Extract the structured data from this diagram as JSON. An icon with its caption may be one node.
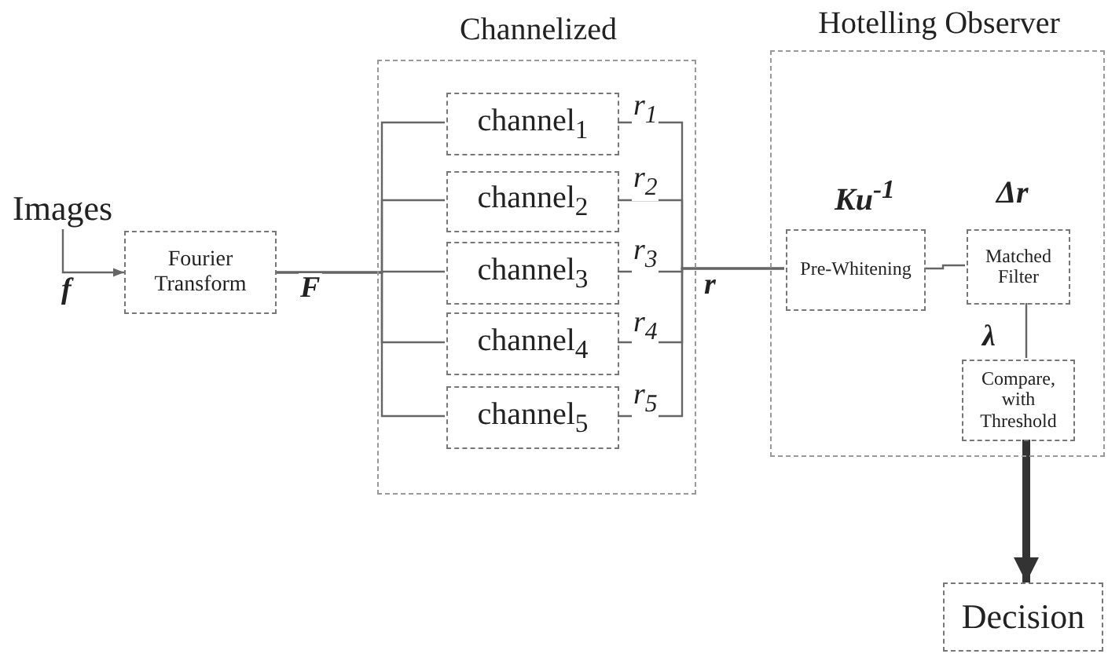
{
  "diagram": {
    "nodes": [
      {
        "text": [
          "Images"
        ]
      },
      {
        "text": [
          "Fourier Transform"
        ]
      },
      {
        "text": [
          "Channelized"
        ]
      },
      {
        "text": [
          "channel$_{1}$"
        ],
        "in": 2
      },
      {
        "text": [
          "channel$_{2}$"
        ],
        "in": 2
      },
      {
        "text": [
          "channel$_{3}$"
        ],
        "in": 2
      },
      {
        "text": [
          "channel$_{4}$"
        ],
        "in": 2
      },
      {
        "text": [
          "channel$_{5}$"
        ],
        "in": 2
      },
      {
        "text": [
          "Hotelling Observer"
        ]
      },
      {
        "text": [
          "Pre-Whitening"
        ],
        "in": 8,
        "beside": [
          "Ku$^{-1}$"
        ]
      },
      {
        "text": [
          "Matched Filter"
        ],
        "in": 8,
        "beside": [
          "Δr"
        ]
      },
      {
        "text": [
          "Compare, with Threshold"
        ],
        "in": 8
      },
      {
        "text": [
          "Decision"
        ]
      }
    ],
    "edges": [
      {
        "from": 0,
        "to": 1,
        "arrow": "to",
        "label": "f"
      },
      {
        "from": 1,
        "to": 3,
        "arrow": "none"
      },
      {
        "from": 1,
        "to": 4,
        "arrow": "none"
      },
      {
        "from": 1,
        "to": 5,
        "arrow": "none",
        "label": "F"
      },
      {
        "from": 1,
        "to": 6,
        "arrow": "none"
      },
      {
        "from": 1,
        "to": 7,
        "arrow": "none"
      },
      {
        "from": 3,
        "to": 9,
        "arrow": "none",
        "label": "r$_{1}$"
      },
      {
        "from": 4,
        "to": 9,
        "arrow": "none",
        "label": "r$_{2}$"
      },
      {
        "from": 5,
        "to": 9,
        "arrow": "none",
        "label": "r$_{3}$"
      },
      {
        "from": 6,
        "to": 9,
        "arrow": "none",
        "label": "r$_{4}$"
      },
      {
        "from": 7,
        "to": 9,
        "arrow": "none",
        "label": "r$_{5}$"
      },
      {
        "from": 9,
        "to": 10,
        "arrow": "none"
      },
      {
        "from": 10,
        "to": 11,
        "arrow": "none",
        "label": "λ"
      },
      {
        "from": 11,
        "to": 12,
        "arrow": "to",
        "style": "thick"
      }
    ],
    "labels": [
      "r"
    ]
  }
}
